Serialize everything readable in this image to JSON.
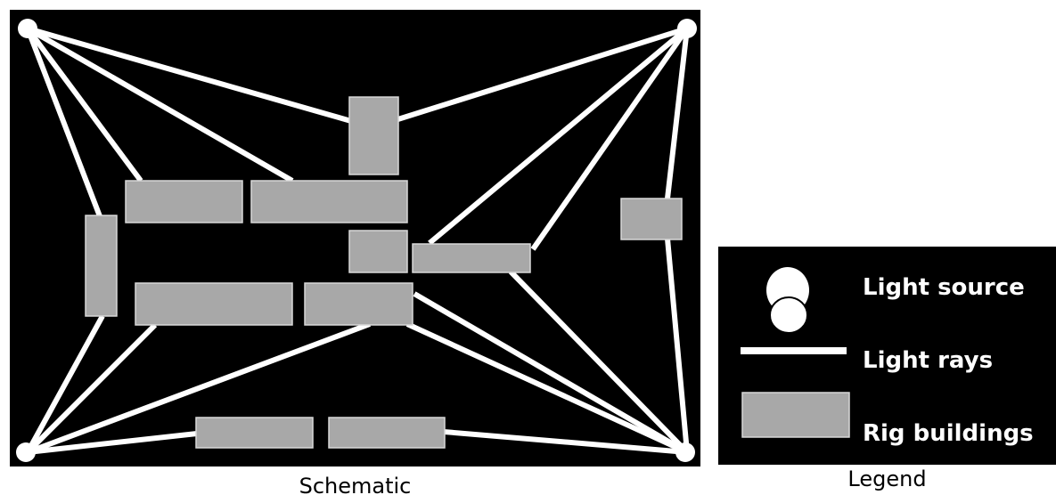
{
  "schematic": {
    "caption": "Schematic"
  },
  "legend": {
    "caption": "Legend",
    "items": [
      {
        "symbol": "light-source",
        "label": "Light source"
      },
      {
        "symbol": "light-ray",
        "label": "Light rays"
      },
      {
        "symbol": "rig-building",
        "label": "Rig buildings"
      }
    ]
  },
  "colors": {
    "background": "#000000",
    "ray": "#ffffff",
    "source": "#ffffff",
    "building_fill": "#a8a8a8",
    "building_stroke": "#d8d8d8"
  }
}
